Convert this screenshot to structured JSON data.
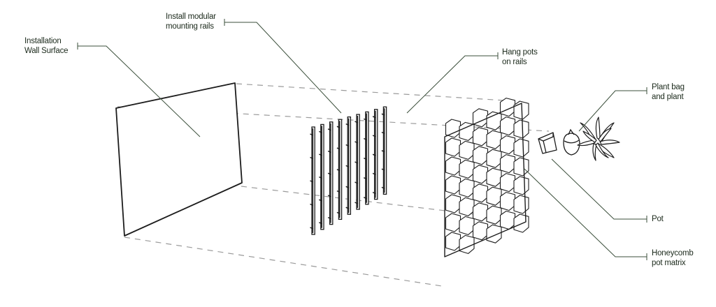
{
  "labels": {
    "wall": [
      "Installation",
      "Wall Surface"
    ],
    "rails": [
      "Install modular",
      "mounting rails"
    ],
    "hang": [
      "Hang pots",
      "on rails"
    ],
    "bag": [
      "Plant bag",
      "and plant"
    ],
    "pot": [
      "Pot"
    ],
    "matrix": [
      "Honeycomb",
      "pot matrix"
    ]
  },
  "colors": {
    "ink": "#1c1c1c",
    "leader": "#3b4f3b",
    "guide": "#9a9a9a"
  },
  "icons": {
    "plant": "plant-icon",
    "pot": "pot-icon",
    "bag": "plant-bag-icon"
  }
}
